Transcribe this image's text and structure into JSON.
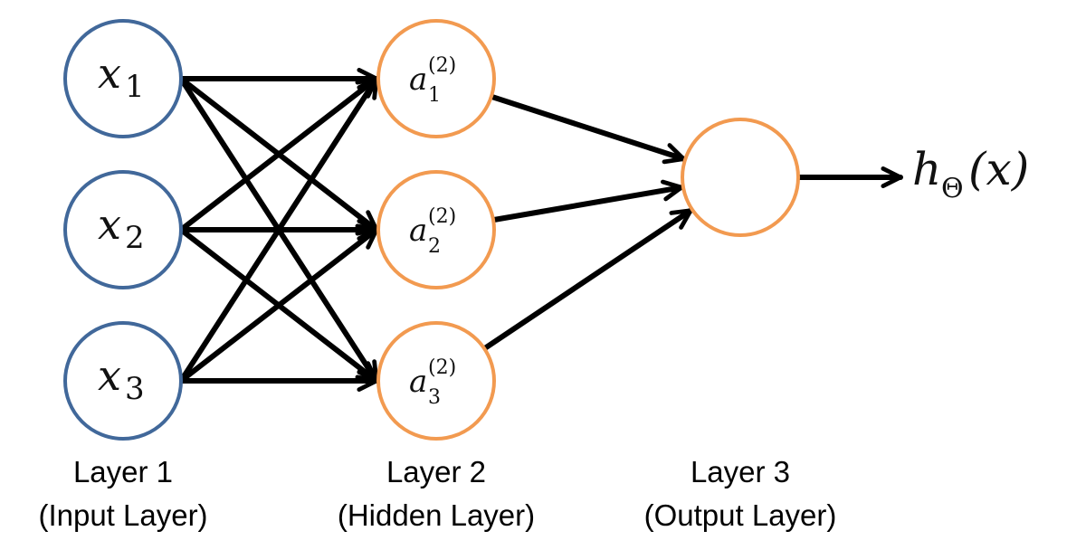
{
  "colors": {
    "input_node": "#41689a",
    "hidden_node": "#f29a50",
    "edge": "#000000"
  },
  "input_nodes": [
    {
      "var": "x",
      "sub": "1"
    },
    {
      "var": "x",
      "sub": "2"
    },
    {
      "var": "x",
      "sub": "3"
    }
  ],
  "hidden_nodes": [
    {
      "var": "a",
      "sub": "1",
      "sup": "(2)"
    },
    {
      "var": "a",
      "sub": "2",
      "sup": "(2)"
    },
    {
      "var": "a",
      "sub": "3",
      "sup": "(2)"
    }
  ],
  "output": {
    "var": "h",
    "sub": "Θ",
    "arg": "(x)"
  },
  "layers": [
    {
      "title": "Layer 1",
      "subtitle": "(Input Layer)"
    },
    {
      "title": "Layer 2",
      "subtitle": "(Hidden Layer)"
    },
    {
      "title": "Layer 3",
      "subtitle": "(Output Layer)"
    }
  ]
}
